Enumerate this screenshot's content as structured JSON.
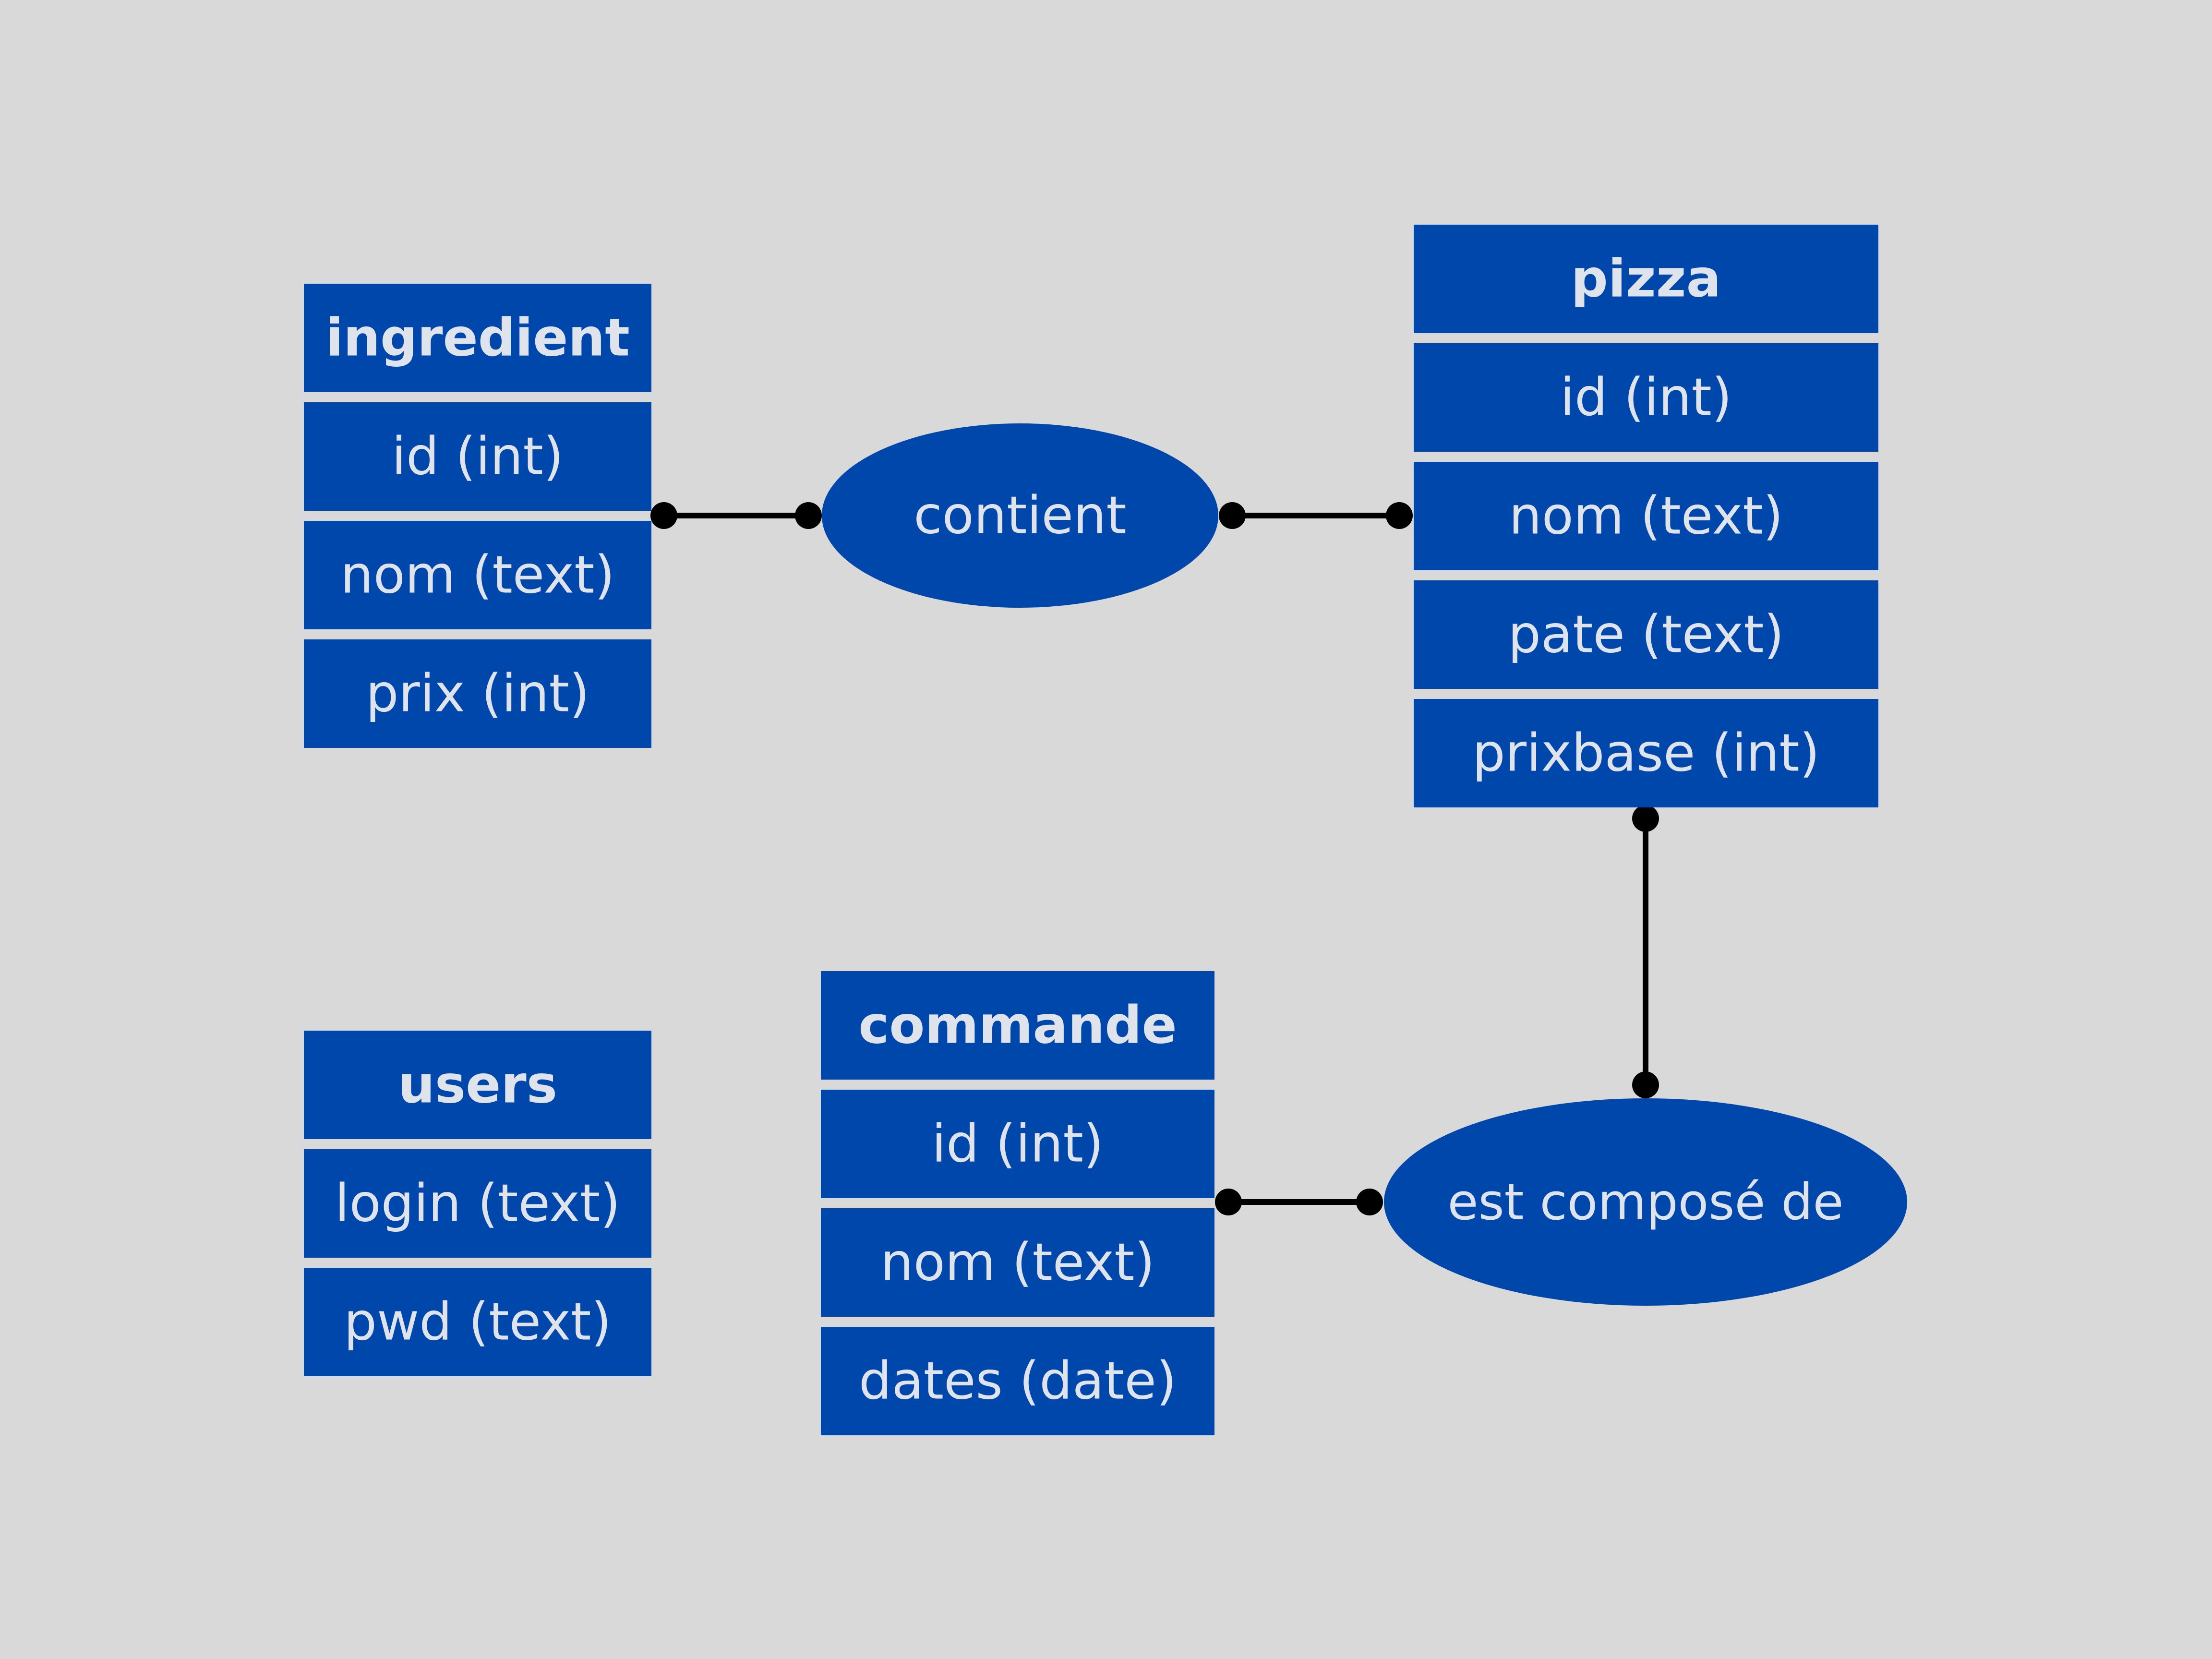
{
  "colors": {
    "background": "#d9d9d9",
    "box": "#0047ab",
    "text": "#dfe3ec",
    "line": "#000000"
  },
  "entities": {
    "ingredient": {
      "title": "ingredient",
      "fields": [
        "id (int)",
        "nom (text)",
        "prix (int)"
      ]
    },
    "pizza": {
      "title": "pizza",
      "fields": [
        "id (int)",
        "nom (text)",
        "pate (text)",
        "prixbase (int)"
      ]
    },
    "users": {
      "title": "users",
      "fields": [
        "login (text)",
        "pwd (text)"
      ]
    },
    "commande": {
      "title": "commande",
      "fields": [
        "id (int)",
        "nom (text)",
        "dates (date)"
      ]
    }
  },
  "relations": {
    "contient": {
      "label": "contient"
    },
    "compose": {
      "label": "est composé de"
    }
  }
}
